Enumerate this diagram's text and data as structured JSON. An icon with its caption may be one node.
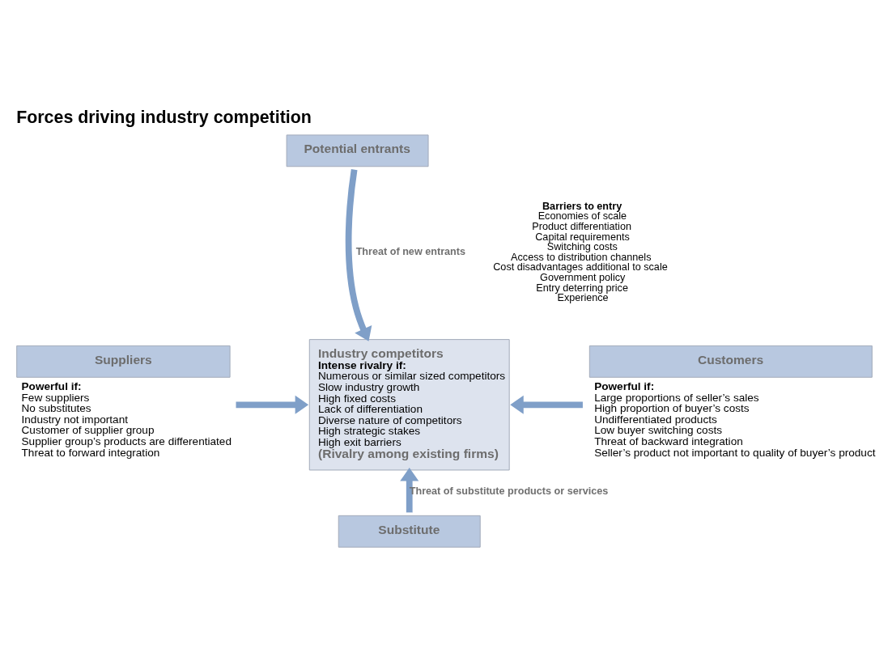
{
  "diagram": {
    "title": "Forces driving industry competition",
    "nodes": [
      {
        "text": [
          "Potential entrants"
        ]
      },
      {
        "text": [
          "Suppliers"
        ],
        "beside": [
          "Powerful if:",
          "Few suppliers",
          "No substitutes",
          "Industry not important",
          "Customer of supplier group",
          "Supplier group’s products are differentiated",
          "Threat to forward integration"
        ]
      },
      {
        "text": [
          "Industry competitors",
          "Intense rivalry if:",
          "Numerous or similar sized competitors",
          "Slow industry growth",
          "High fixed costs",
          "Lack of differentiation",
          "Diverse nature of competitors",
          "High strategic stakes",
          "High exit barriers",
          "(Rivalry among existing firms)"
        ]
      },
      {
        "text": [
          "Customers"
        ],
        "beside": [
          "Powerful if:",
          "Large proportions of seller’s sales",
          "High proportion of buyer’s costs",
          "Undifferentiated products",
          "Low buyer switching costs",
          "Threat of backward integration",
          "Seller’s product not important to quality of buyer’s product"
        ]
      },
      {
        "text": [
          "Substitute"
        ]
      }
    ],
    "edges": [
      {
        "from": 0,
        "to": 2,
        "arrow": "to",
        "label": "Threat of new entrants"
      },
      {
        "from": 1,
        "to": 2,
        "arrow": "to"
      },
      {
        "from": 3,
        "to": 2,
        "arrow": "to"
      },
      {
        "from": 4,
        "to": 2,
        "arrow": "to",
        "label": "Threat of substitute products or services"
      }
    ],
    "labels": [
      "Barriers to entry",
      "Economies of scale",
      "Product differentiation",
      "Capital requirements",
      "Switching costs",
      "Access to distribution channels",
      "Cost disadvantages additional to scale",
      "Government policy",
      "Entry deterring price",
      "Experience"
    ]
  }
}
